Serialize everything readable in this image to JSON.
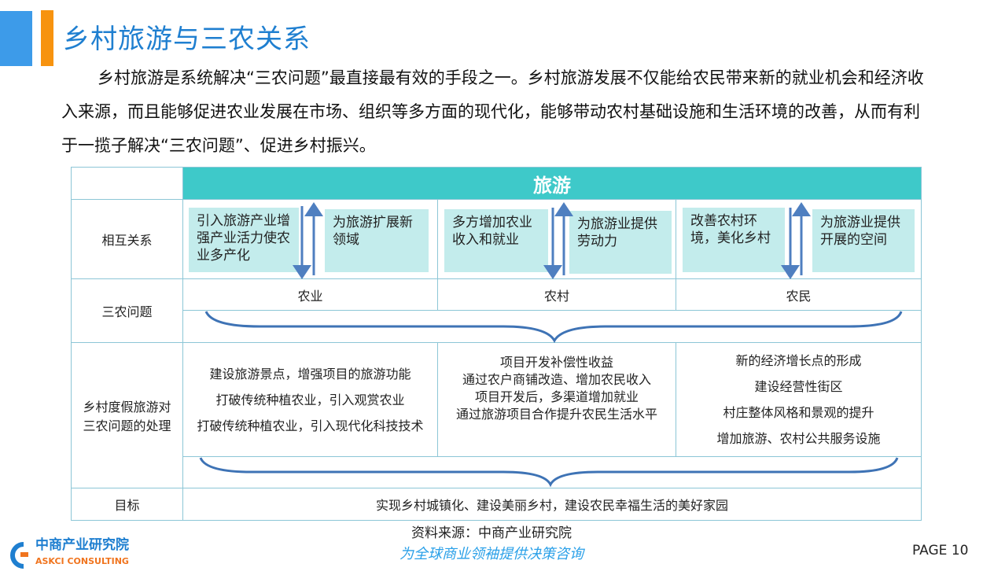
{
  "header": {
    "title": "乡村旅游与三农关系"
  },
  "intro": "乡村旅游是系统解决“三农问题”最直接最有效的手段之一。乡村旅游发展不仅能给农民带来新的就业机会和经济收入来源，而且能够促进农业发展在市场、组织等多方面的现代化，能够带动农村基础设施和生活环境的改善，从而有利于一揽子解决“三农问题”、促进乡村振兴。",
  "table": {
    "header": "旅游",
    "row_labels": [
      "相互关系",
      "三农问题",
      "乡村度假旅游对三农问题的处理",
      "目标"
    ],
    "relations": [
      {
        "left": "引入旅游产业增强产业活力使农业多产化",
        "right": "为旅游扩展新领域"
      },
      {
        "left": "多方增加农业收入和就业",
        "right": "为旅游业提供劳动力"
      },
      {
        "left": "改善农村环境，美化乡村",
        "right": "为旅游业提供开展的空间"
      }
    ],
    "issues": [
      "农业",
      "农村",
      "农民"
    ],
    "handling": [
      [
        "建设旅游景点，增强项目的旅游功能",
        "打破传统种植农业，引入观赏农业",
        "打破传统种植农业，引入现代化科技技术"
      ],
      [
        "项目开发补偿性收益",
        "通过农户商铺改造、增加农民收入",
        "项目开发后，多渠道增加就业",
        "通过旅游项目合作提升农民生活水平"
      ],
      [
        "新的经济增长点的形成",
        "建设经营性街区",
        "村庄整体风格和景观的提升",
        "增加旅游、农村公共服务设施"
      ]
    ],
    "goal": "实现乡村城镇化、建设美丽乡村，建设农民幸福生活的美好家园"
  },
  "footer": {
    "source": "资料来源：中商产业研究院",
    "slogan": "为全球商业领袖提供决策咨询",
    "page": "PAGE 10",
    "logo_cn": "中商产业研究院",
    "logo_en": "ASKCI CONSULTING"
  }
}
